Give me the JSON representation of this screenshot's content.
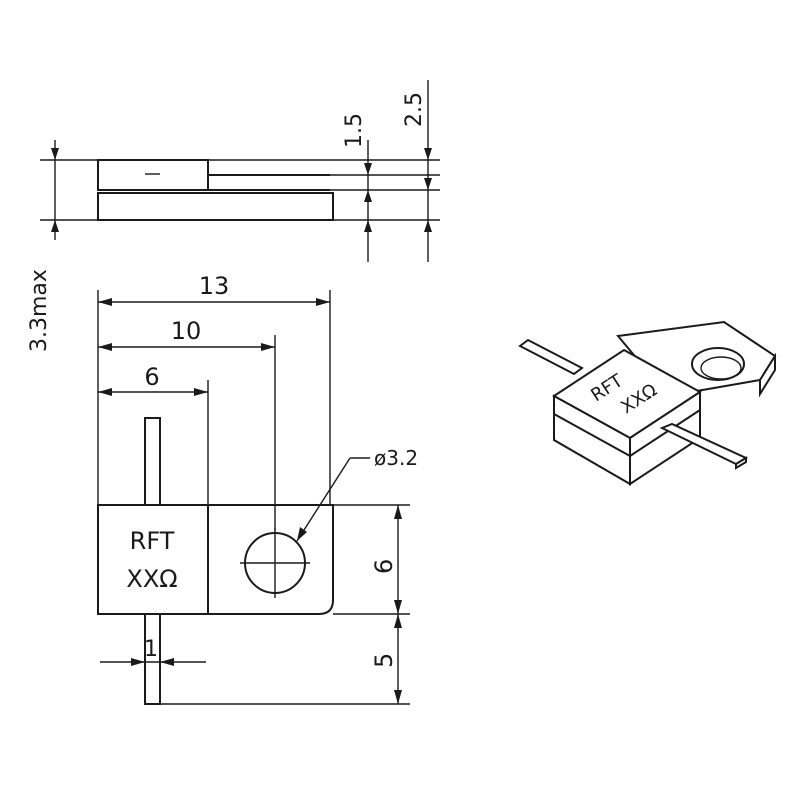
{
  "drawing": {
    "dimensions": {
      "height_max": "3.3max",
      "lead_offset": "1.5",
      "body_top_offset": "2.5",
      "overall_length": "13",
      "hole_center": "10",
      "body_length": "6",
      "hole_diameter": "ø3.2",
      "body_width": "6",
      "lead_length": "5",
      "lead_width": "1"
    },
    "marking": {
      "line1": "RFT",
      "line2": "XXΩ"
    },
    "iso_marking": {
      "line1": "RFT",
      "line2": "XXΩ"
    }
  }
}
